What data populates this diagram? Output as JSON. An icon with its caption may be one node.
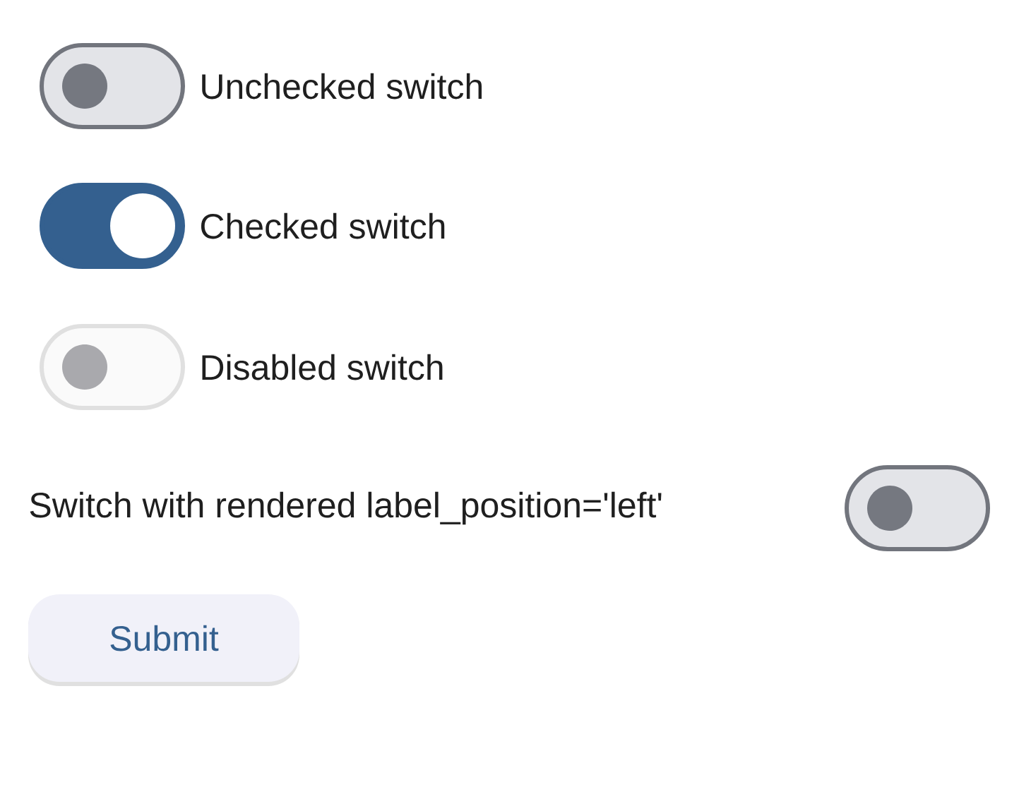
{
  "diagram": {
    "nodes": [
      {
        "text": [
          "Submit"
        ]
      }
    ],
    "labels": [
      "Unchecked switch",
      "Checked switch",
      "Disabled switch",
      "Switch with rendered label_position='left'"
    ]
  }
}
